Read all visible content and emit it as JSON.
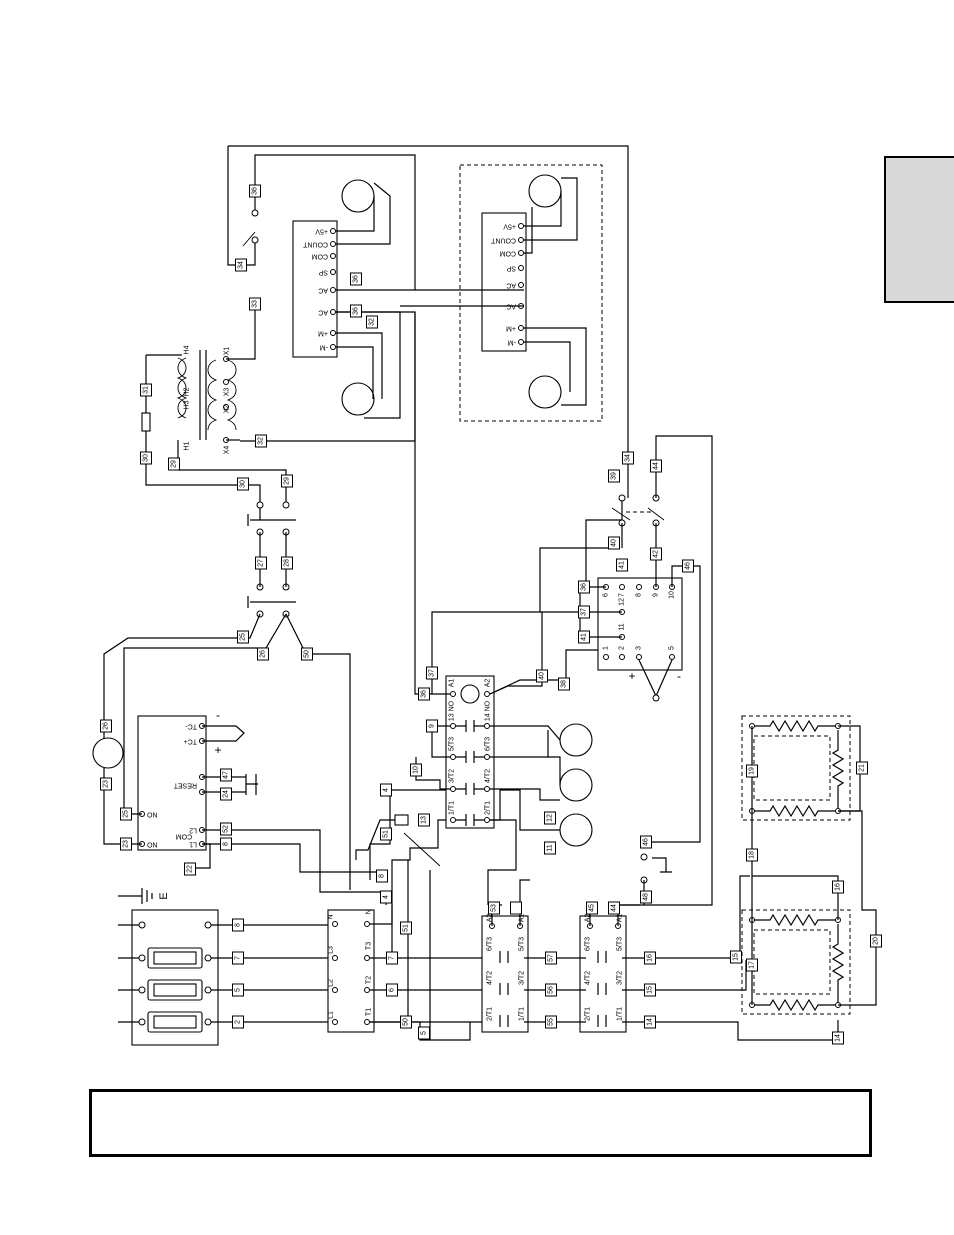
{
  "wire_numbers": [
    "2",
    "4",
    "5",
    "6",
    "7",
    "8",
    "9",
    "10",
    "11",
    "12",
    "13",
    "14",
    "15",
    "16",
    "17",
    "18",
    "19",
    "20",
    "21",
    "22",
    "23",
    "24",
    "25",
    "26",
    "27",
    "28",
    "29",
    "30",
    "31",
    "32",
    "33",
    "34",
    "36",
    "37",
    "38",
    "39",
    "40",
    "41",
    "42",
    "44",
    "45",
    "46",
    "47",
    "48",
    "50",
    "51",
    "52",
    "53",
    "55",
    "56",
    "57"
  ],
  "terminal_labels": {
    "encoder_board": [
      "+5V",
      "COUNT",
      "COM",
      "SP",
      "AC",
      "AC",
      "+M",
      "-M"
    ],
    "transformer_primary": [
      "H1",
      "H3",
      "H2",
      "H4"
    ],
    "transformer_secondary": [
      "X4",
      "X2",
      "X3",
      "X1"
    ],
    "temperature_controller": [
      "TC-",
      "TC+",
      "RESET",
      "NO",
      "NO",
      "COM",
      "L1",
      "L2"
    ],
    "polarity": [
      "-",
      "+"
    ],
    "contactor": [
      "L1",
      "L2",
      "L3",
      "N",
      "T1",
      "T2",
      "T3",
      "N"
    ],
    "motor_starter": [
      "A1",
      "A2",
      "13 NO",
      "14 NO",
      "5/T3",
      "6/T3",
      "3/T2",
      "4/T2",
      "1/T1",
      "2/T1"
    ],
    "relay_a": [
      "A2",
      "A1",
      "6/T3",
      "5/T3",
      "4/T2",
      "3/T2",
      "2/T1",
      "1/T1"
    ],
    "timer_relay": [
      "1",
      "2",
      "3",
      "5",
      "6",
      "7",
      "8",
      "9",
      "10",
      "11",
      "12"
    ],
    "earth": "E"
  },
  "notice": {
    "line1": "",
    "line2": ""
  }
}
